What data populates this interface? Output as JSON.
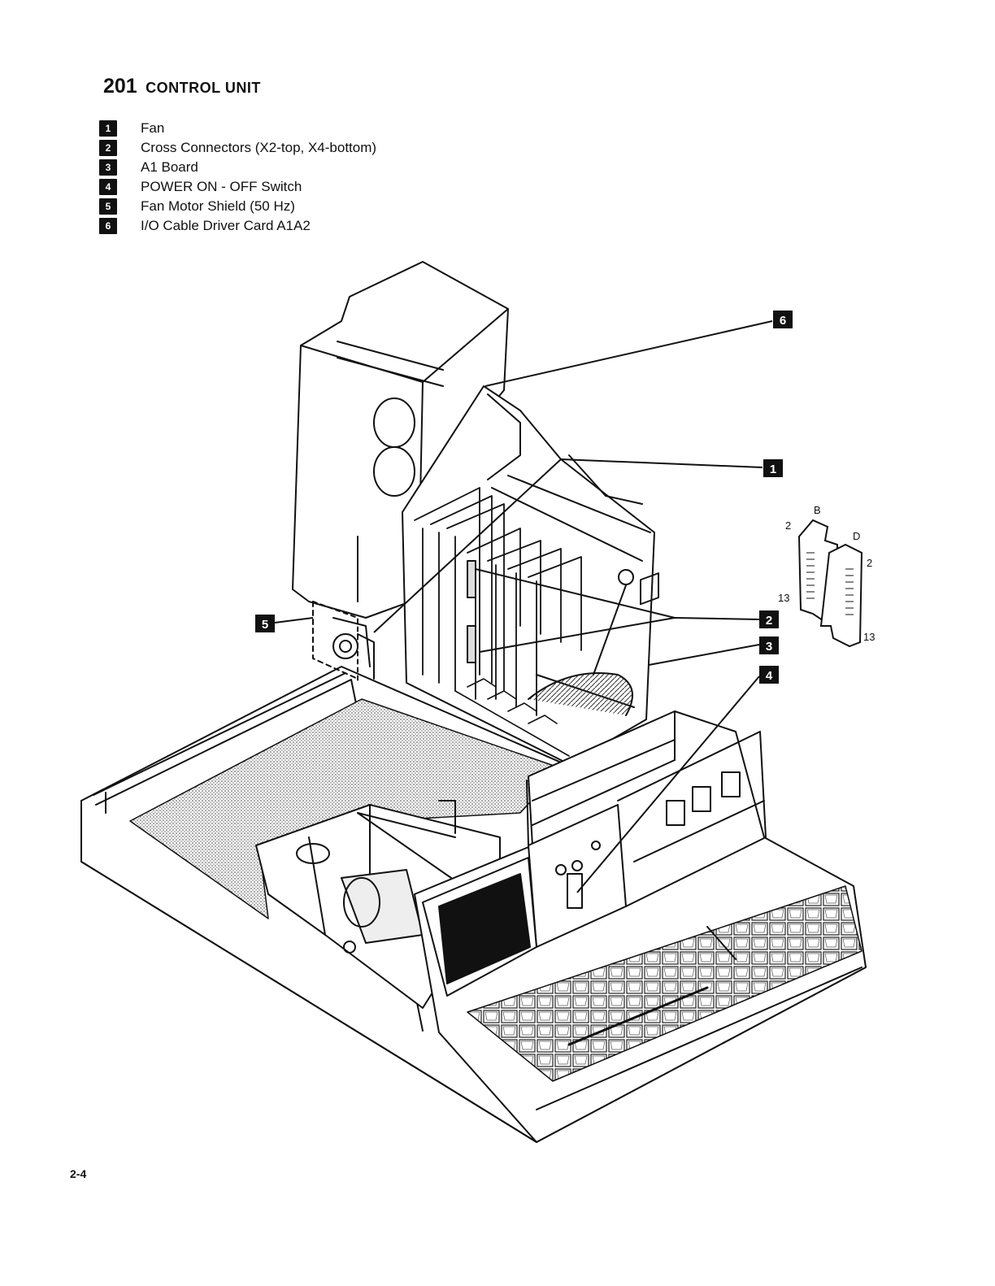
{
  "section": {
    "number": "201",
    "title": "CONTROL UNIT"
  },
  "legend": [
    {
      "num": "1",
      "label": "Fan"
    },
    {
      "num": "2",
      "label": "Cross Connectors (X2-top, X4-bottom)"
    },
    {
      "num": "3",
      "label": "A1 Board"
    },
    {
      "num": "4",
      "label": "POWER ON - OFF Switch"
    },
    {
      "num": "5",
      "label": "Fan Motor Shield (50 Hz)"
    },
    {
      "num": "6",
      "label": "I/O Cable Driver Card A1A2"
    }
  ],
  "callouts": {
    "c1": "1",
    "c2": "2",
    "c3": "3",
    "c4": "4",
    "c5": "5",
    "c6": "6"
  },
  "connector_detail": {
    "label_b": "B",
    "label_d": "D",
    "pin_top_left": "2",
    "pin_top_right": "2",
    "pin_bottom_left": "13",
    "pin_bottom_right": "13"
  },
  "page_number": "2-4"
}
